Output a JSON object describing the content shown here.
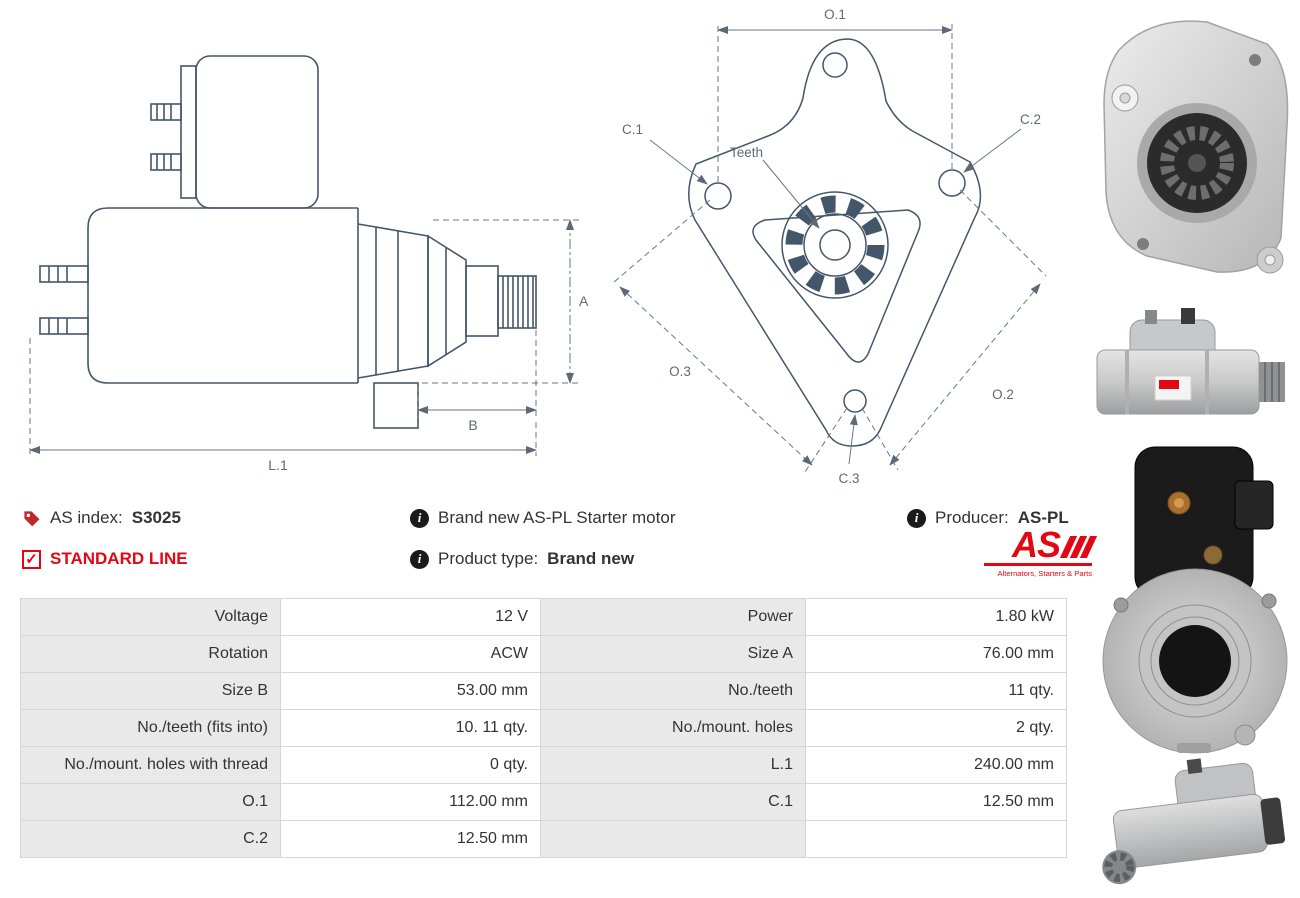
{
  "colors": {
    "accent_red": "#e30613",
    "drawing_line": "#44566a",
    "table_label_bg": "#e9e9e9"
  },
  "icons": {
    "info_glyph": "i",
    "check_glyph": "✓"
  },
  "diagrams": {
    "side": {
      "dim_a": "A",
      "dim_b": "B",
      "dim_l1": "L.1"
    },
    "front": {
      "dim_o1": "O.1",
      "dim_o2": "O.2",
      "dim_o3": "O.3",
      "dim_c1": "C.1",
      "dim_c2": "C.2",
      "dim_c3": "C.3",
      "teeth_label": "Teeth"
    }
  },
  "info": {
    "as_index": {
      "label": "AS index:",
      "value": "S3025"
    },
    "standard_line": "STANDARD LINE",
    "brand_new": "Brand new AS-PL Starter motor",
    "product_type": {
      "label": "Product type:",
      "value": "Brand new"
    },
    "producer": {
      "label": "Producer:",
      "value": "AS-PL"
    }
  },
  "logo": {
    "brand": "AS",
    "tagline": "Alternators, Starters & Parts"
  },
  "spec_table": {
    "left": [
      {
        "label": "Voltage",
        "value": "12 V"
      },
      {
        "label": "Rotation",
        "value": "ACW"
      },
      {
        "label": "Size B",
        "value": "53.00 mm"
      },
      {
        "label": "No./teeth (fits into)",
        "value": "10. 11 qty."
      },
      {
        "label": "No./mount. holes with thread",
        "value": "0 qty."
      },
      {
        "label": "O.1",
        "value": "112.00 mm"
      },
      {
        "label": "C.2",
        "value": "12.50 mm"
      }
    ],
    "right": [
      {
        "label": "Power",
        "value": "1.80 kW"
      },
      {
        "label": "Size A",
        "value": "76.00 mm"
      },
      {
        "label": "No./teeth",
        "value": "11 qty."
      },
      {
        "label": "No./mount. holes",
        "value": "2 qty."
      },
      {
        "label": "L.1",
        "value": "240.00 mm"
      },
      {
        "label": "C.1",
        "value": "12.50 mm"
      },
      {
        "label": "",
        "value": ""
      }
    ]
  }
}
